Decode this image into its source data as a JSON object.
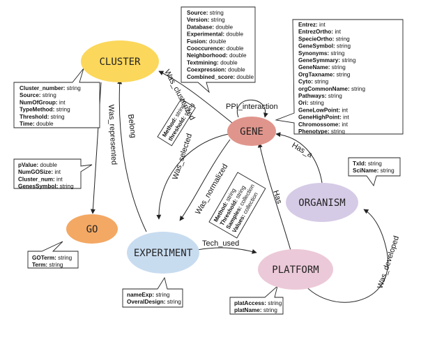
{
  "colors": {
    "cluster": "#fbd75b",
    "gene": "#e0958c",
    "go": "#f3a864",
    "experiment": "#c8dcf0",
    "platform": "#ecc9d8",
    "organism": "#d6cbe6"
  },
  "nodes": {
    "cluster": "CLUSTER",
    "gene": "GENE",
    "go": "GO",
    "experiment": "EXPERIMENT",
    "platform": "PLATFORM",
    "organism": "ORGANISM"
  },
  "edges": {
    "was_clusterized": "Was_clusterized",
    "ppi_interaction": "PPI_interaction",
    "was_represented": "Was_represented",
    "belong": "Belong",
    "was_selected": "Was_selected",
    "was_normalized": "Was_normalized",
    "has_a": "Has_a",
    "has": "Has",
    "tech_used": "Tech_used",
    "was_developed": "Was_developed"
  },
  "attributes": {
    "cluster": [
      {
        "k": "Cluster_number:",
        "v": "string"
      },
      {
        "k": "Source:",
        "v": "string"
      },
      {
        "k": "NumOfGroup:",
        "v": "int"
      },
      {
        "k": "TypeMethod:",
        "v": "string"
      },
      {
        "k": "Threshold:",
        "v": "string"
      },
      {
        "k": "Time:",
        "v": "double"
      }
    ],
    "ppi": [
      {
        "k": "Source:",
        "v": "string"
      },
      {
        "k": "Version:",
        "v": "string"
      },
      {
        "k": "Database:",
        "v": "double"
      },
      {
        "k": "Experimental:",
        "v": "double"
      },
      {
        "k": "Fusion:",
        "v": "double"
      },
      {
        "k": "Cooccurence:",
        "v": "double"
      },
      {
        "k": "Neighborhood:",
        "v": "double"
      },
      {
        "k": "Textmining:",
        "v": "double"
      },
      {
        "k": "Coexpression:",
        "v": "double"
      },
      {
        "k": "Combined_score:",
        "v": "double"
      }
    ],
    "gene": [
      {
        "k": "Entrez:",
        "v": "int"
      },
      {
        "k": "EntrezOrtho:",
        "v": "int"
      },
      {
        "k": "SpecieOrtho:",
        "v": "string"
      },
      {
        "k": "GeneSymbol:",
        "v": "string"
      },
      {
        "k": "Synonyms:",
        "v": "string"
      },
      {
        "k": "GeneSymmary:",
        "v": "string"
      },
      {
        "k": "GeneName:",
        "v": "string"
      },
      {
        "k": "OrgTaxname:",
        "v": "string"
      },
      {
        "k": "Cyto:",
        "v": "string"
      },
      {
        "k": "orgCommonName:",
        "v": "string"
      },
      {
        "k": "Pathways:",
        "v": "string"
      },
      {
        "k": "Ori:",
        "v": "string"
      },
      {
        "k": "GeneLowPoint:",
        "v": "int"
      },
      {
        "k": "GeneHighPoint:",
        "v": "int"
      },
      {
        "k": "Chromossome:",
        "v": "int"
      },
      {
        "k": "Phenotype:",
        "v": "string"
      }
    ],
    "represented": [
      {
        "k": "pValue:",
        "v": "double"
      },
      {
        "k": "NumGOSize:",
        "v": "int"
      },
      {
        "k": "Cluster_num:",
        "v": "int"
      },
      {
        "k": "GenesSymbol:",
        "v": "string"
      }
    ],
    "go": [
      {
        "k": "GOTerm:",
        "v": "string"
      },
      {
        "k": "Term:",
        "v": "string"
      }
    ],
    "organism": [
      {
        "k": "TxId:",
        "v": "string"
      },
      {
        "k": "SciName:",
        "v": "string"
      }
    ],
    "experiment": [
      {
        "k": "nameExp:",
        "v": "string"
      },
      {
        "k": "OveralDesign:",
        "v": "string"
      }
    ],
    "platform": [
      {
        "k": "platAccess:",
        "v": "string"
      },
      {
        "k": "platName:",
        "v": "string"
      }
    ],
    "selected": [
      {
        "k": "Method:",
        "v": "string"
      },
      {
        "k": "threshold:",
        "v": "string"
      }
    ],
    "normalized": [
      {
        "k": "Method:",
        "v": "string"
      },
      {
        "k": "Threshold:",
        "v": "string"
      },
      {
        "k": "Samples:",
        "v": "collection"
      },
      {
        "k": "Values:",
        "v": "collection"
      }
    ]
  }
}
